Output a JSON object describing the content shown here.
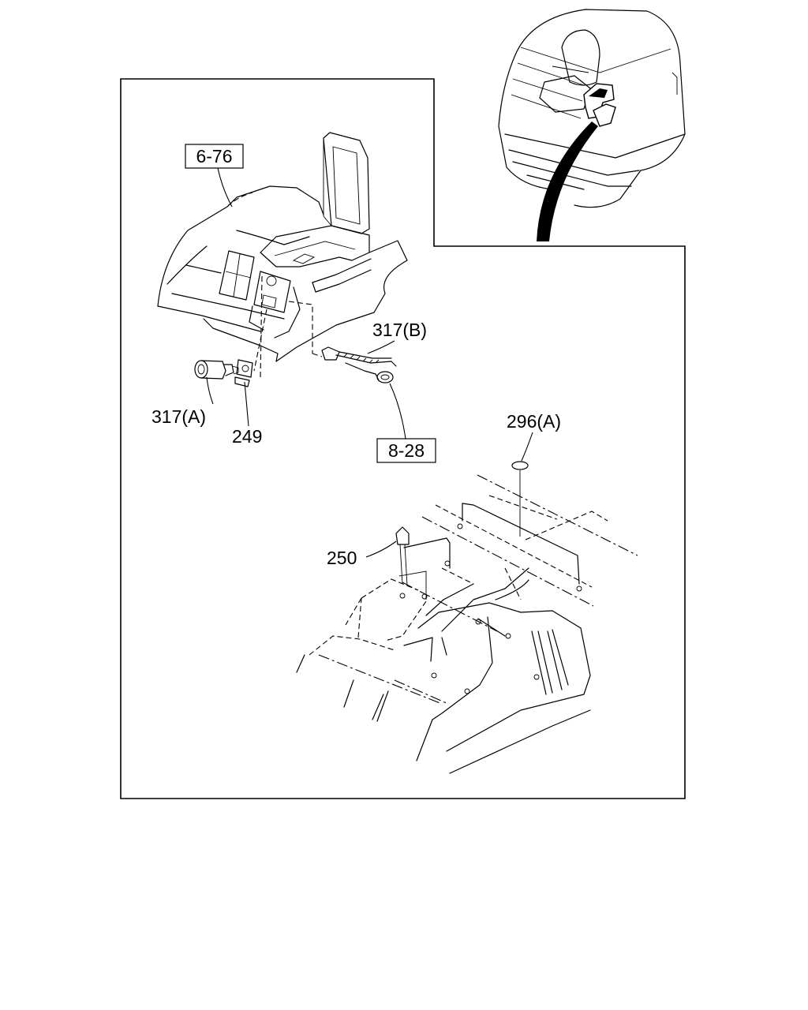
{
  "callouts": {
    "ref_6_76": "6-76",
    "part_317b": "317(B)",
    "part_317a": "317(A)",
    "part_249": "249",
    "ref_8_28": "8-28",
    "part_296a": "296(A)",
    "part_250": "250"
  }
}
